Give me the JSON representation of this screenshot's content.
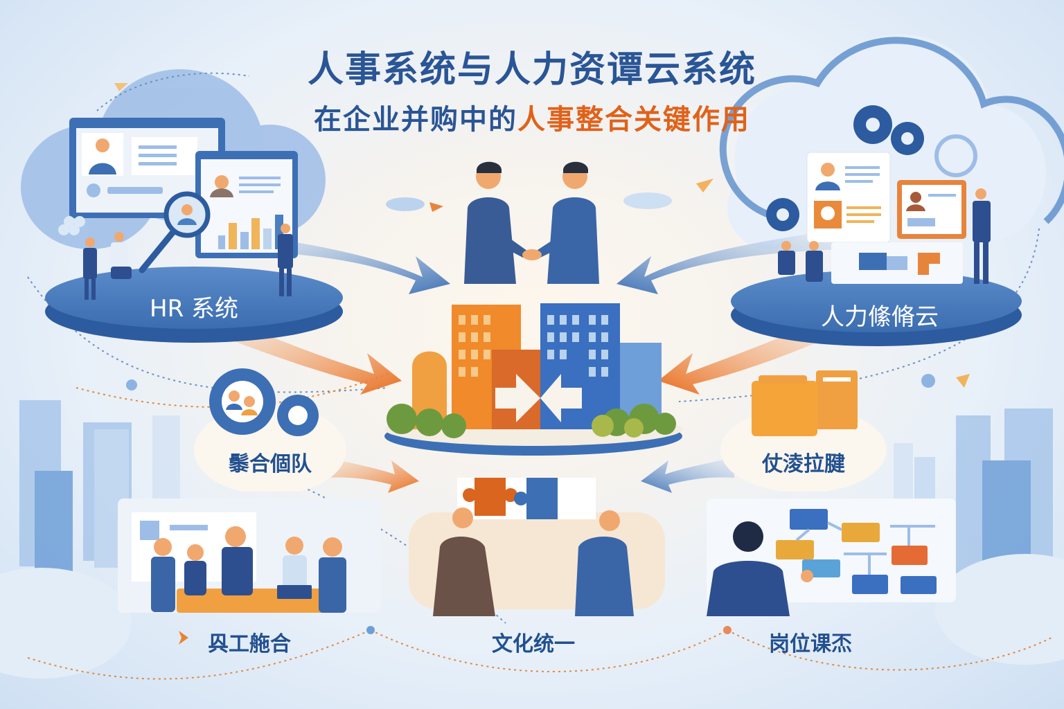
{
  "header": {
    "title": "人事系统与人力资谭云系统",
    "subtitle_blue": "在企业并购中的",
    "subtitle_orange": "人事整合关键作用"
  },
  "platforms": {
    "left": {
      "label": "HR 系统",
      "icon": "hr-system-screens"
    },
    "right": {
      "label": "人力絛脩云",
      "icon": "hr-cloud"
    }
  },
  "center": {
    "top_icon": "handshake",
    "main_icon": "merging-buildings",
    "arrows_icon": "merge-arrows"
  },
  "side_nodes": [
    {
      "label": "䰍合個队",
      "icon": "team-gears"
    },
    {
      "label": "仗淩拉腱",
      "icon": "file-folders"
    }
  ],
  "bottom_panels": [
    {
      "label": "㒷工䑨合",
      "icon": "team-meeting"
    },
    {
      "label": "文化统一",
      "icon": "puzzle-pieces"
    },
    {
      "label": "岗位课㶨",
      "icon": "org-chart"
    }
  ],
  "colors": {
    "primary_blue": "#2a5596",
    "mid_blue": "#4a7fc1",
    "light_blue": "#cfe0f3",
    "accent_orange": "#e0621a",
    "building_orange": "#f0932b",
    "background_cream": "#fdf6ec"
  }
}
